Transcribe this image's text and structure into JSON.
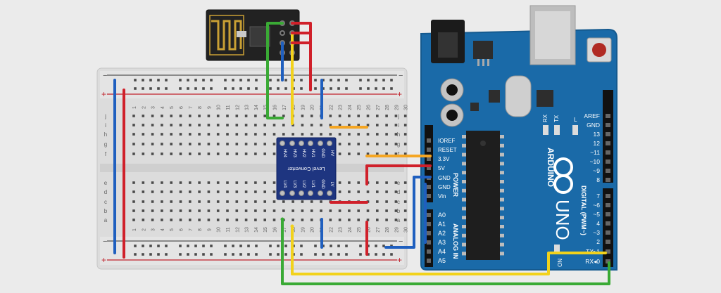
{
  "breadboard": {
    "column_numbers": [
      "1",
      "2",
      "3",
      "4",
      "5",
      "6",
      "7",
      "8",
      "9",
      "10",
      "11",
      "12",
      "13",
      "14",
      "15",
      "16",
      "17",
      "18",
      "19",
      "20",
      "21",
      "22",
      "23",
      "24",
      "25",
      "26",
      "27",
      "28",
      "29",
      "30"
    ],
    "row_letters_top": [
      "j",
      "i",
      "h",
      "g",
      "f"
    ],
    "row_letters_bottom": [
      "e",
      "d",
      "c",
      "b",
      "a"
    ],
    "rail_plus": "+",
    "rail_minus": "−"
  },
  "level_shifter": {
    "title": "Level Converter",
    "top_pins": [
      "HV4",
      "HV3",
      "HV2",
      "HV1",
      "GND",
      "HV"
    ],
    "bottom_pins": [
      "LV4",
      "LV3",
      "LV2",
      "LV1",
      "GND",
      "LV"
    ]
  },
  "arduino": {
    "brand": "ARDUINO",
    "model": "UNO",
    "power_header_label": "POWER",
    "power_pins": [
      "IOREF",
      "RESET",
      "3.3V",
      "5V",
      "GND",
      "GND",
      "Vin"
    ],
    "analog_header_label": "ANALOG IN",
    "analog_pins": [
      "A0",
      "A1",
      "A2",
      "A3",
      "A4",
      "A5"
    ],
    "digital_header_label": "DIGITAL (PWM~)",
    "digital_pins_top": [
      "AREF",
      "GND",
      "13",
      "12",
      "~11",
      "~10",
      "~9",
      "8"
    ],
    "digital_pins_bottom": [
      "7",
      "~6",
      "~5",
      "4",
      "~3",
      "2",
      "TX▸1",
      "RX◂0"
    ],
    "led_labels": [
      "RX",
      "TX",
      "L"
    ],
    "on_label": "ON"
  },
  "colors": {
    "wire_red": "#d0202a",
    "wire_blue": "#1f5fbf",
    "wire_green": "#3aaa35",
    "wire_yellow": "#f2d21b",
    "wire_orange": "#f5a623",
    "arduino_board": "#1a6aa8",
    "level_shifter_board": "#1e3580"
  }
}
